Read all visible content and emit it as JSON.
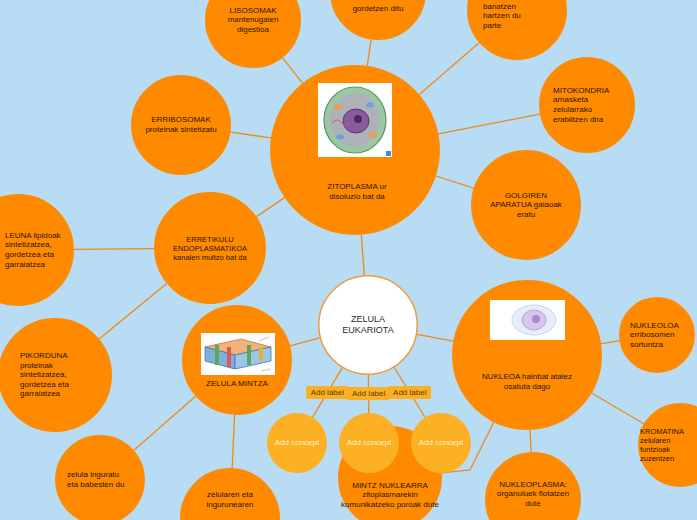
{
  "diagram": {
    "nodes": [
      {
        "text": [
          "LISOSOMAK mantenugaien digestioa"
        ]
      },
      {
        "text": [
          "gordetzen ditu"
        ]
      },
      {
        "text": [
          "banatzen hartzen du parte"
        ]
      },
      {
        "text": [
          "ZITOPLASMA ur disoluzio bat da"
        ]
      },
      {
        "text": [
          "MITOKONDRIA arnasketa zelularrako erabiltzen dira"
        ]
      },
      {
        "text": [
          "ERRIBOSOMAK proteinak sintetizatu"
        ]
      },
      {
        "text": [
          "GOLGIREN APARATUA gaiaoak eratu"
        ]
      },
      {
        "text": [
          "ERRETIKULU ENDOPLASMATIKOA kanalen multzo bat da"
        ]
      },
      {
        "text": [
          "LEUNA lipidoak sintetizatzea, gordetzea eta garraiatzea"
        ]
      },
      {
        "text": [
          "ZELULA EUKARIOTA"
        ]
      },
      {
        "text": [
          "ZELULA MINTZA"
        ]
      },
      {
        "text": [
          "NUKLEOA hainbat atalez osatuta dago"
        ]
      },
      {
        "text": [
          "NUKLEOLOA erribosomen sortuntza"
        ]
      },
      {
        "text": [
          "PIKORDUNA proteinak sintetizatzea, gordetzea eta garraiatzea"
        ]
      },
      {
        "text": [
          "MINTZ NUKLEARRA zitoplasmarekin komunikatzeko poroak dute"
        ]
      },
      {
        "text": [
          "Add concept"
        ]
      },
      {
        "text": [
          "Add concept"
        ]
      },
      {
        "text": [
          "Add concept"
        ]
      },
      {
        "text": [
          "KROMATINA zelularen funtzioak zuzentzen"
        ]
      },
      {
        "text": [
          "zelula inguratu eta babesten du"
        ]
      },
      {
        "text": [
          "NUKLEOPLASMA: organuluek flotatzen dute"
        ]
      },
      {
        "text": [
          "zelularen eta ingurunearen"
        ]
      }
    ],
    "edges": [
      {
        "from": 9,
        "to": 3,
        "arrow": "none"
      },
      {
        "from": 9,
        "to": 10,
        "arrow": "none"
      },
      {
        "from": 9,
        "to": 11,
        "arrow": "none"
      },
      {
        "from": 9,
        "to": 15,
        "label": "Add label",
        "arrow": "none"
      },
      {
        "from": 9,
        "to": 16,
        "label": "Add label",
        "arrow": "none"
      },
      {
        "from": 9,
        "to": 17,
        "label": "Add label",
        "arrow": "none"
      },
      {
        "from": 3,
        "to": 0,
        "arrow": "none"
      },
      {
        "from": 3,
        "to": 1,
        "arrow": "none"
      },
      {
        "from": 3,
        "to": 2,
        "arrow": "none"
      },
      {
        "from": 3,
        "to": 4,
        "arrow": "none"
      },
      {
        "from": 3,
        "to": 5,
        "arrow": "none"
      },
      {
        "from": 3,
        "to": 6,
        "arrow": "none"
      },
      {
        "from": 3,
        "to": 7,
        "arrow": "none"
      },
      {
        "from": 7,
        "to": 8,
        "arrow": "none"
      },
      {
        "from": 7,
        "to": 13,
        "arrow": "none"
      },
      {
        "from": 10,
        "to": 19,
        "arrow": "none"
      },
      {
        "from": 10,
        "to": 21,
        "arrow": "none"
      },
      {
        "from": 11,
        "to": 12,
        "arrow": "none"
      },
      {
        "from": 11,
        "to": 18,
        "arrow": "none"
      },
      {
        "from": 11,
        "to": 20,
        "arrow": "none"
      },
      {
        "from": 11,
        "to": 14,
        "arrow": "none"
      }
    ]
  }
}
